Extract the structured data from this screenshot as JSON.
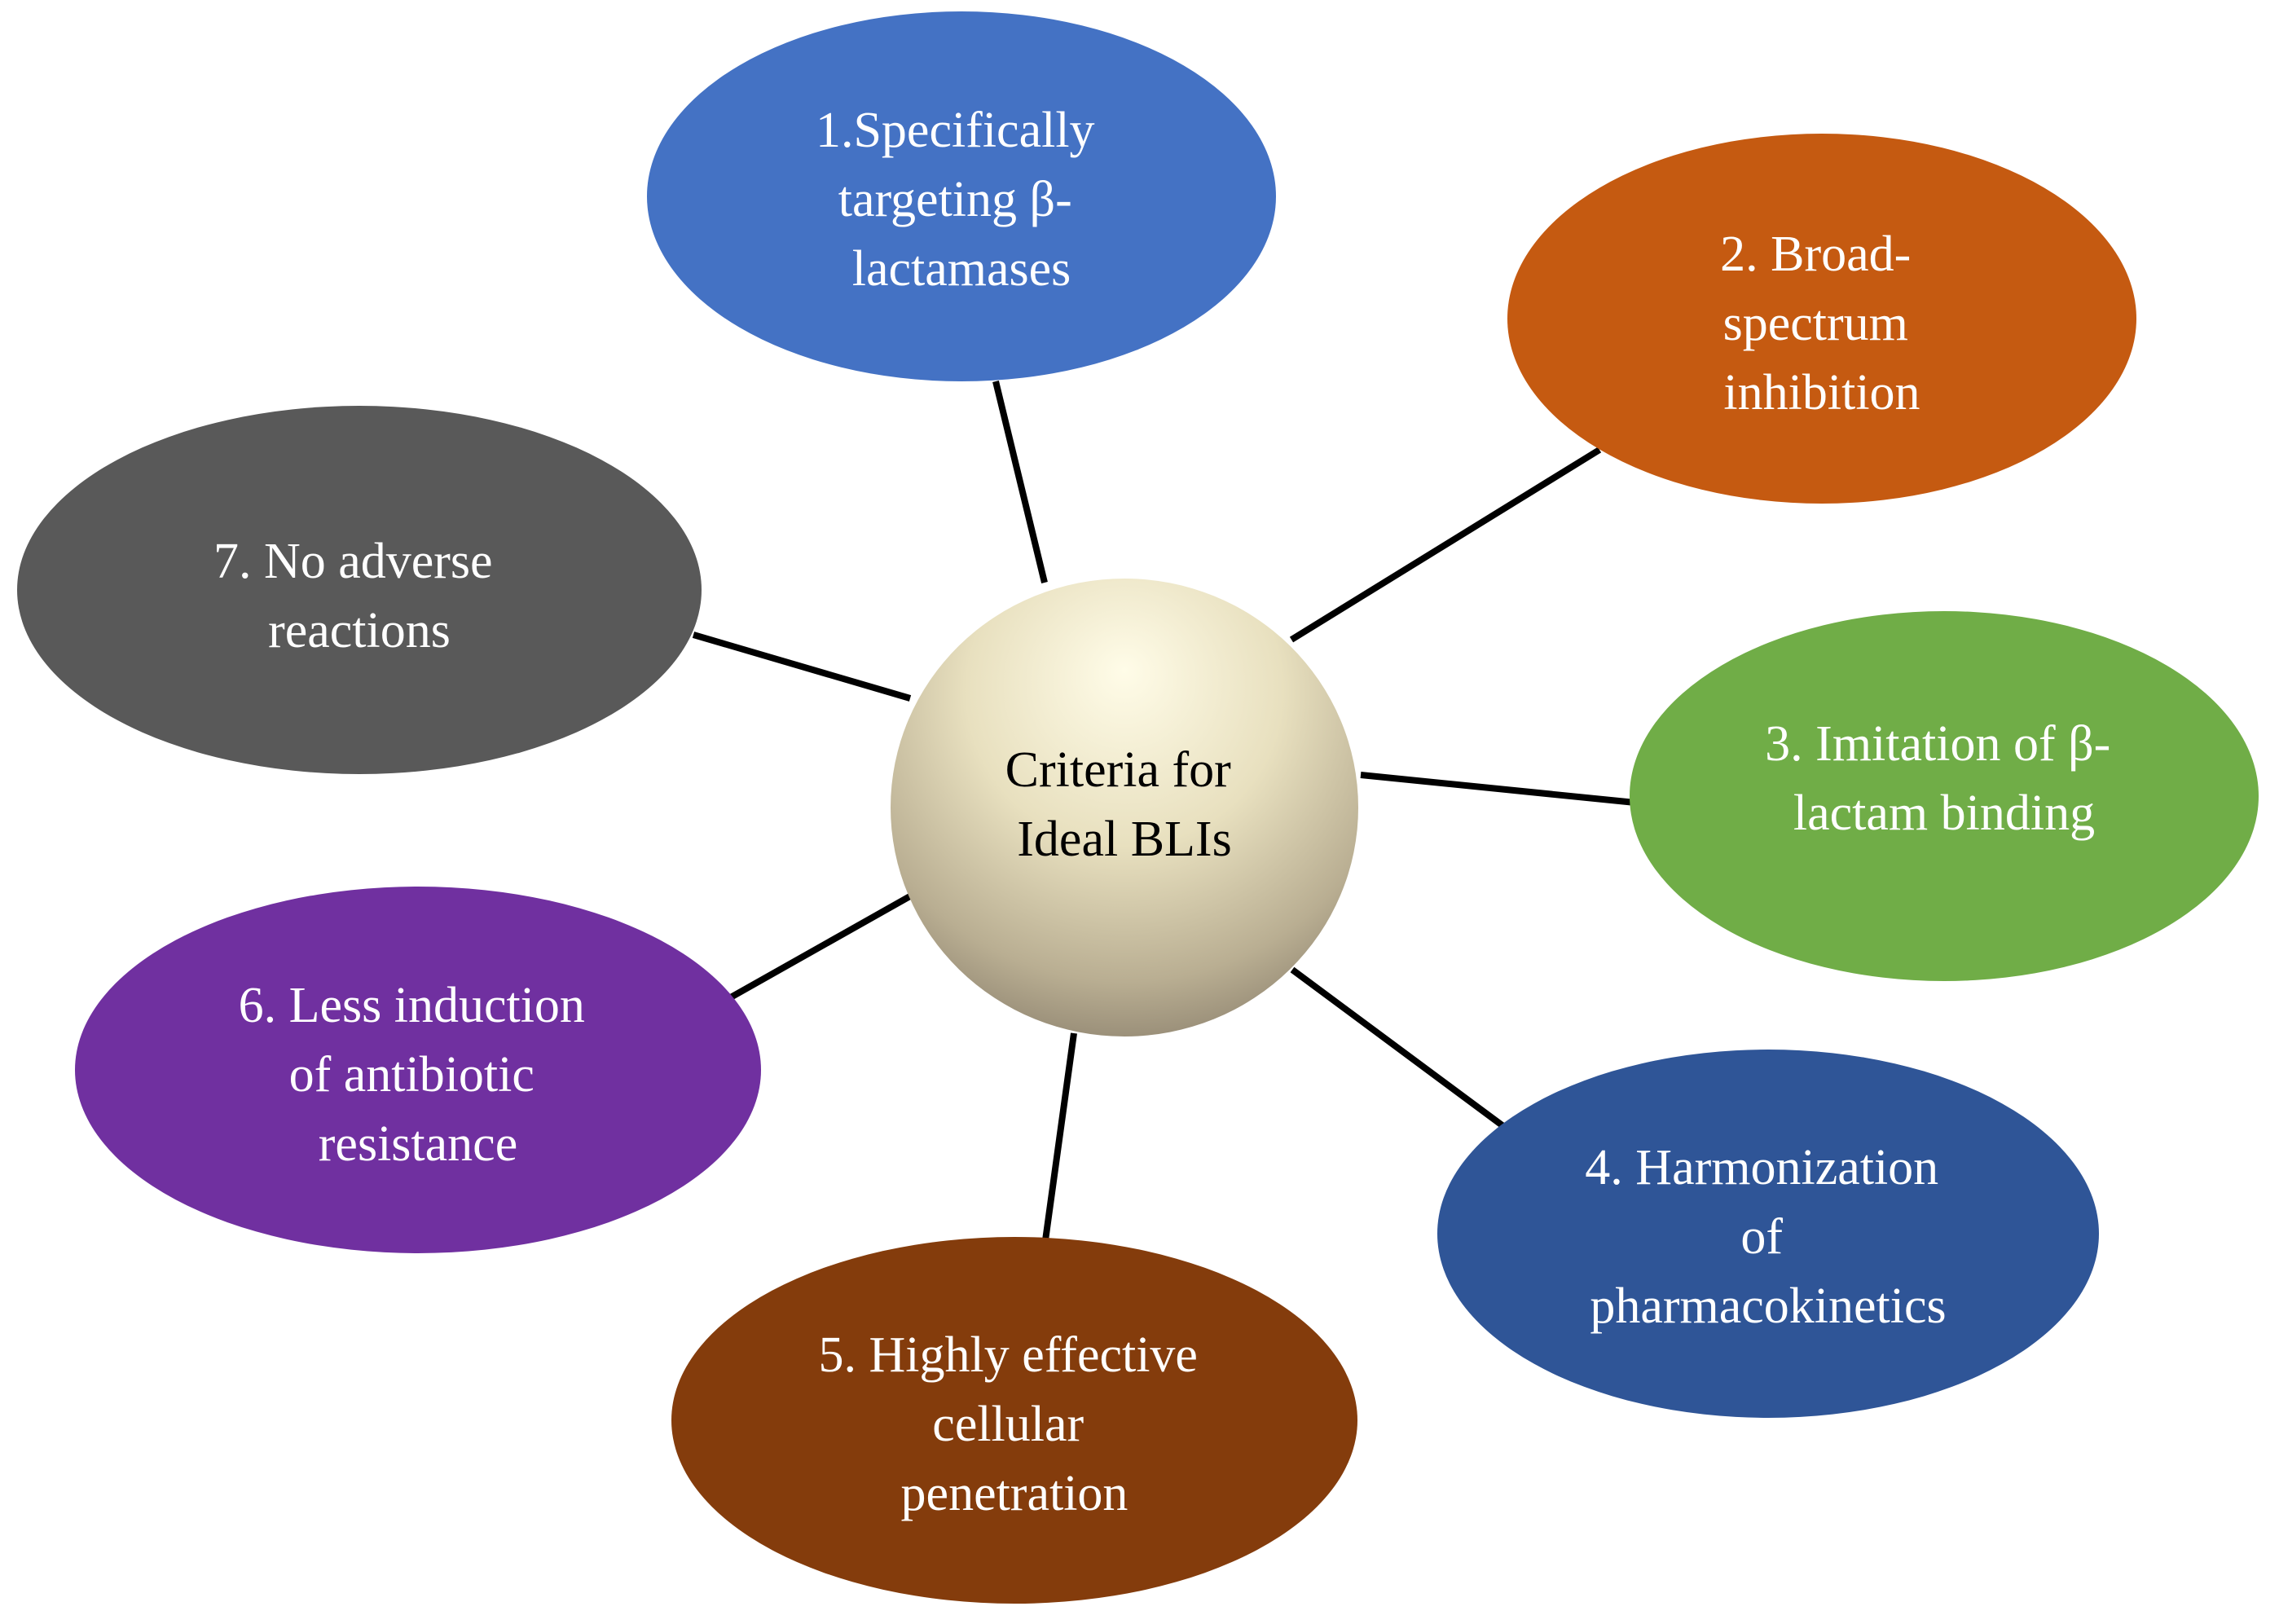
{
  "center": {
    "lines": [
      "Criteria for",
      "Ideal BLIs"
    ]
  },
  "criteria": [
    {
      "id": "1",
      "lines": [
        "1.Specifically",
        "targeting β-",
        "lactamases"
      ],
      "color": "#4472C4"
    },
    {
      "id": "2",
      "lines": [
        "2. Broad-",
        "spectrum",
        "inhibition"
      ],
      "color": "#C55A11"
    },
    {
      "id": "3",
      "lines": [
        "3. Imitation of β-",
        "lactam binding"
      ],
      "color": "#70AD47"
    },
    {
      "id": "4",
      "lines": [
        "4. Harmonization",
        "of",
        "pharmacokinetics"
      ],
      "color": "#2F5597"
    },
    {
      "id": "5",
      "lines": [
        "5. Highly effective",
        "cellular",
        "penetration"
      ],
      "color": "#843C0C"
    },
    {
      "id": "6",
      "lines": [
        "6. Less induction",
        "of antibiotic",
        "resistance"
      ],
      "color": "#7030A0"
    },
    {
      "id": "7",
      "lines": [
        "7. No adverse",
        "reactions"
      ],
      "color": "#595959"
    }
  ]
}
